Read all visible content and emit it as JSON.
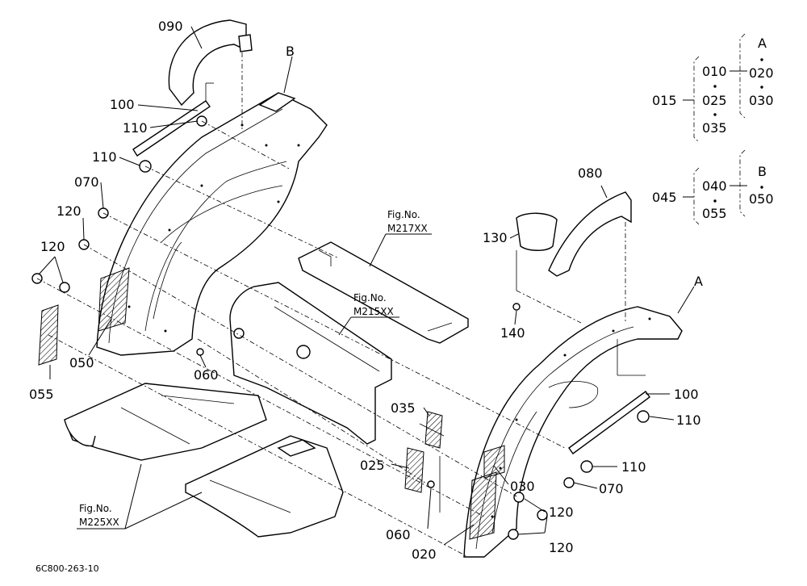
{
  "parts": {
    "p090": "090",
    "p100_left": "100",
    "p110_left_a": "110",
    "p110_left_b": "110",
    "p070_left": "070",
    "p120_left_a": "120",
    "p120_left_b": "120",
    "p050_left": "050",
    "p060_left": "060",
    "p055_left": "055",
    "p130": "130",
    "p080": "080",
    "p140": "140",
    "p100_right": "100",
    "p110_right_a": "110",
    "p110_right_b": "110",
    "p070_right": "070",
    "p035": "035",
    "p025": "025",
    "p030": "030",
    "p120_right_a": "120",
    "p120_right_b": "120",
    "p060_right": "060",
    "p020": "020"
  },
  "callouts": {
    "b_left": "B",
    "a_right": "A"
  },
  "legend": {
    "g015": {
      "parent": "015",
      "top": "010",
      "mid": "025",
      "bot": "035"
    },
    "gA": {
      "letter": "A",
      "top": "020",
      "bot": "030"
    },
    "g045": {
      "parent": "045",
      "top": "040",
      "bot": "055"
    },
    "gB": {
      "letter": "B",
      "top": "050"
    }
  },
  "figrefs": {
    "m217_line1": "Fig.No.",
    "m217_line2": "M217XX",
    "m215_line1": "Fig.No.",
    "m215_line2": "M215XX",
    "m225_line1": "Fig.No.",
    "m225_line2": "M225XX"
  },
  "drawing_code": "6C800-263-10"
}
